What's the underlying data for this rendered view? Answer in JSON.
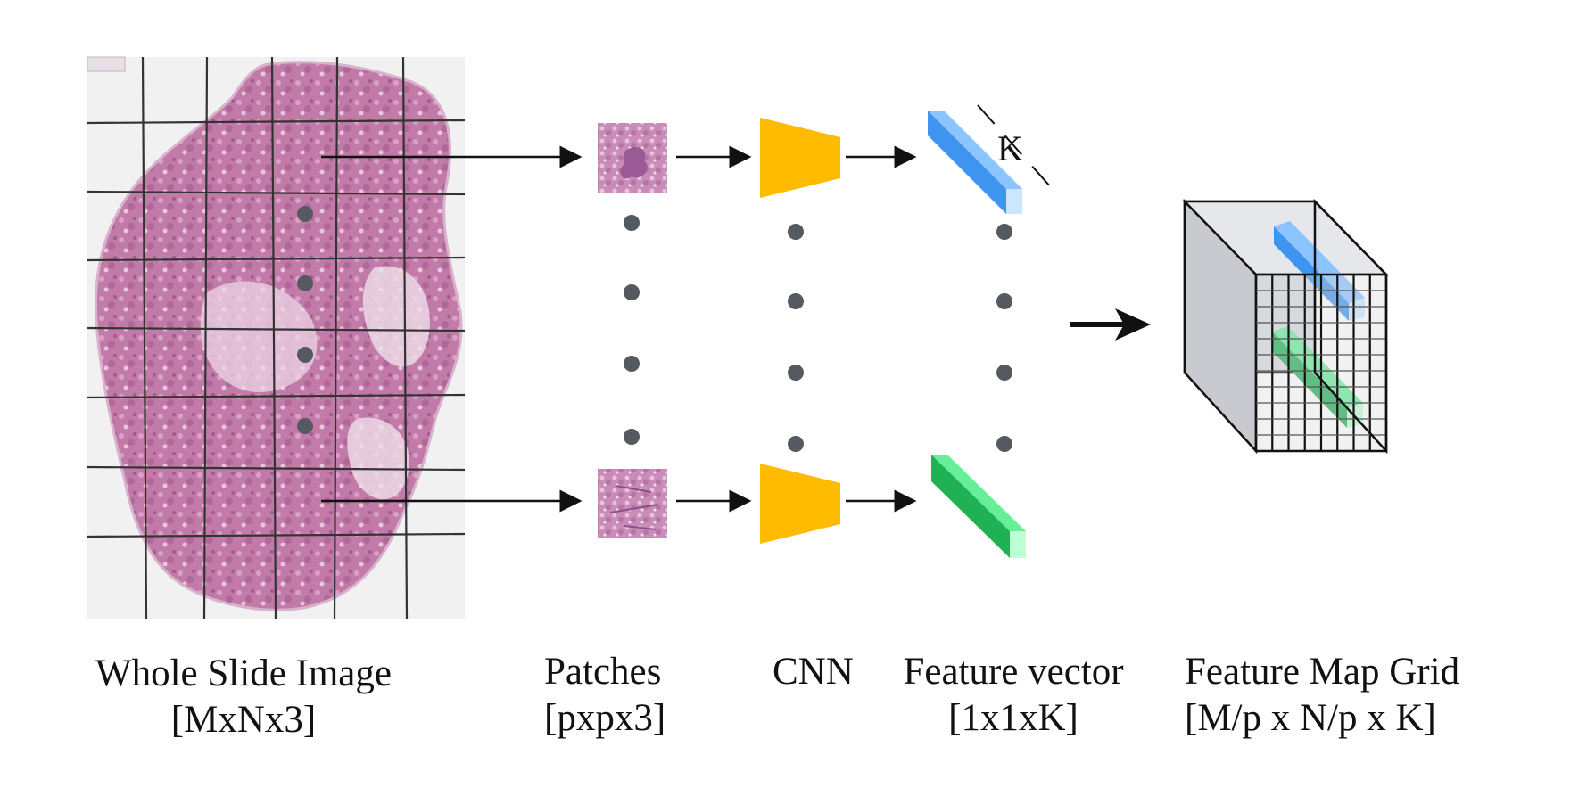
{
  "stages": {
    "wsi": {
      "title": "Whole Slide Image",
      "dims": "[MxNx3]"
    },
    "patches": {
      "title": "Patches",
      "dims": "[pxpx3]"
    },
    "cnn": {
      "title": "CNN",
      "dims": ""
    },
    "feature_vector": {
      "title": "Feature vector",
      "dims": "[1x1xK]",
      "length_label": "K"
    },
    "feature_map": {
      "title": "Feature Map Grid",
      "dims": "[M/p x N/p x K]"
    }
  },
  "colors": {
    "tissue": "#c882b0",
    "tissue_light": "#e3bcd6",
    "cnn": "#ffbb00",
    "vector_top": "#5aa8ff",
    "vector_bottom": "#22bb55",
    "cube": "#dcdde0",
    "grid_line": "#333333",
    "dot": "#555a60"
  }
}
